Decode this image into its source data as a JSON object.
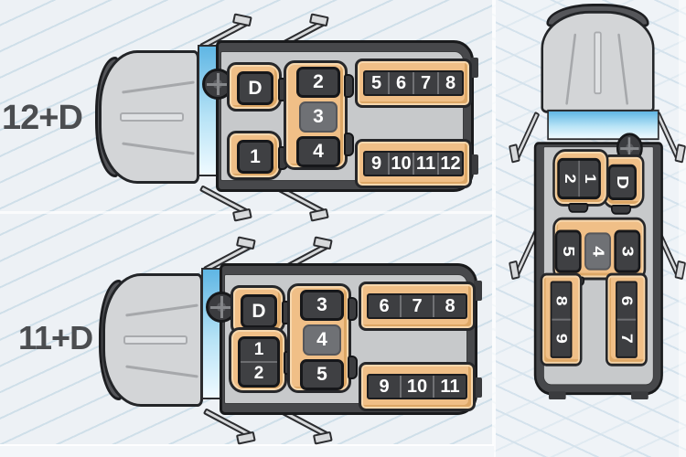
{
  "layouts": [
    {
      "label": "12+D",
      "driver": "D",
      "front": [
        "1"
      ],
      "mid": [
        "2",
        "3",
        "4"
      ],
      "bench_top": [
        "5",
        "6",
        "7",
        "8"
      ],
      "bench_bottom": [
        "9",
        "10",
        "11",
        "12"
      ]
    },
    {
      "label": "11+D",
      "driver": "D",
      "front": [
        "1",
        "2"
      ],
      "mid": [
        "3",
        "4",
        "5"
      ],
      "bench_top": [
        "6",
        "7",
        "8"
      ],
      "bench_bottom": [
        "9",
        "10",
        "11"
      ]
    },
    {
      "label": "",
      "driver": "D",
      "front": [
        "1",
        "2"
      ],
      "mid": [
        "3",
        "4",
        "5"
      ],
      "bench_top": [
        "6",
        "7"
      ],
      "bench_bottom": [
        "8",
        "9"
      ]
    }
  ],
  "colors": {
    "seat_tan": "#f0bf87",
    "seat_pad_dark": "#3f4043",
    "seat_pad_middle": "#6f7175",
    "body_gray": "#c7c9cb",
    "windshield_blue": "#5fb6e4",
    "outline": "#191a1c",
    "background": "#edf1f5",
    "background_line": "#cfdfe9",
    "label_text": "#4b4d50"
  }
}
